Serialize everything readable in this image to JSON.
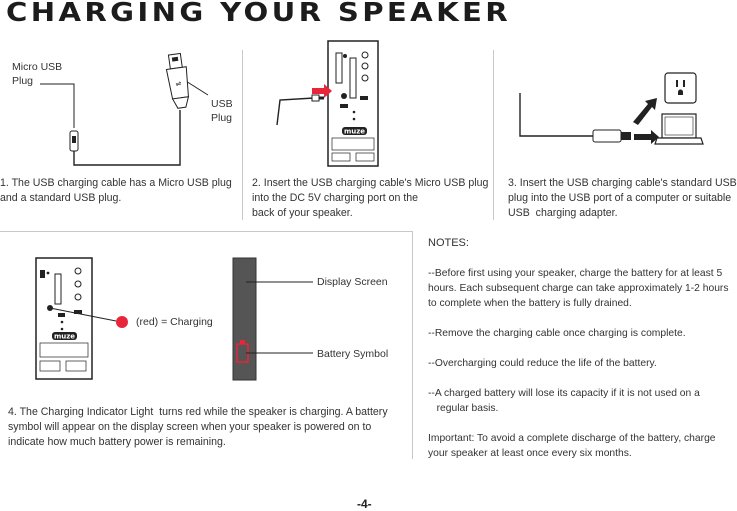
{
  "title": "CHARGING YOUR SPEAKER",
  "panel1": {
    "micro_usb_label": "Micro USB\nPlug",
    "usb_label": "USB\nPlug",
    "caption": "1. The USB charging cable has a Micro USB plug\nand a standard USB plug."
  },
  "panel2": {
    "caption": "2. Insert the USB charging cable's Micro USB plug\ninto the DC 5V charging port on the\nback of your speaker."
  },
  "panel3": {
    "caption": "3. Insert the USB charging cable's standard USB\nplug into the USB port of a computer or suitable\nUSB  charging adapter."
  },
  "panel4": {
    "indicator_label": "(red) = Charging",
    "display_screen_label": "Display Screen",
    "battery_symbol_label": "Battery Symbol",
    "caption": "4. The Charging Indicator Light  turns red while the speaker is charging. A battery\nsymbol will appear on the display screen when your speaker is powered on to\nindicate how much battery power is remaining.",
    "indicator_color": "#e8253a"
  },
  "notes": {
    "heading": "NOTES:",
    "items": [
      "--Before first using your speaker, charge the battery for at least 5\nhours. Each subsequent charge can take approximately 1-2 hours\nto complete when the battery is fully drained.",
      "--Remove the charging cable once charging is complete.",
      "--Overcharging could reduce the life of the battery.",
      "--A charged battery will lose its capacity if it is not used on a\n   regular basis.",
      "Important: To avoid a complete discharge of the battery, charge\nyour speaker at least once every six months."
    ]
  },
  "brand": "muze",
  "page_number": "-4-"
}
